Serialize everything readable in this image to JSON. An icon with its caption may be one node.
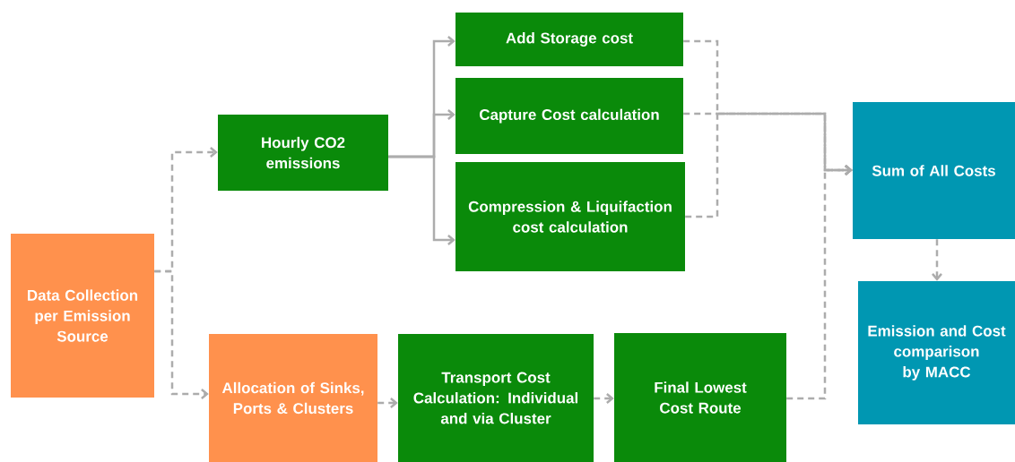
{
  "diagram": {
    "nodes": [
      {
        "text": [
          "Data Collection per Emission Source"
        ]
      },
      {
        "text": [
          "Hourly CO2 emissions"
        ]
      },
      {
        "text": [
          "Add Storage cost"
        ]
      },
      {
        "text": [
          "Capture Cost calculation"
        ]
      },
      {
        "text": [
          "Compression & Liquifaction cost calculation"
        ]
      },
      {
        "text": [
          "Allocation of Sinks, Ports & Clusters"
        ]
      },
      {
        "text": [
          "Transport Cost Calculation: Individual and via Cluster"
        ]
      },
      {
        "text": [
          "Final Lowest Cost Route"
        ]
      },
      {
        "text": [
          "Sum of All Costs"
        ]
      },
      {
        "text": [
          "Emission and Cost comparison by MACC"
        ]
      }
    ],
    "edges": [
      {
        "from": 0,
        "to": 1,
        "arrow": "to",
        "style": "dashed"
      },
      {
        "from": 0,
        "to": 5,
        "arrow": "to",
        "style": "dashed"
      },
      {
        "from": 1,
        "to": 2,
        "arrow": "to"
      },
      {
        "from": 1,
        "to": 3,
        "arrow": "to"
      },
      {
        "from": 1,
        "to": 4,
        "arrow": "to"
      },
      {
        "from": 5,
        "to": 6,
        "arrow": "to",
        "style": "dashed"
      },
      {
        "from": 6,
        "to": 7,
        "arrow": "to",
        "style": "dashed"
      },
      {
        "from": 2,
        "to": 8,
        "arrow": "to",
        "style": "dashed"
      },
      {
        "from": 3,
        "to": 8,
        "arrow": "to",
        "style": "dashed"
      },
      {
        "from": 4,
        "to": 8,
        "arrow": "to",
        "style": "dashed"
      },
      {
        "from": 7,
        "to": 8,
        "arrow": "to",
        "style": "dashed"
      },
      {
        "from": 8,
        "to": 9,
        "arrow": "to",
        "style": "dashed"
      }
    ]
  }
}
